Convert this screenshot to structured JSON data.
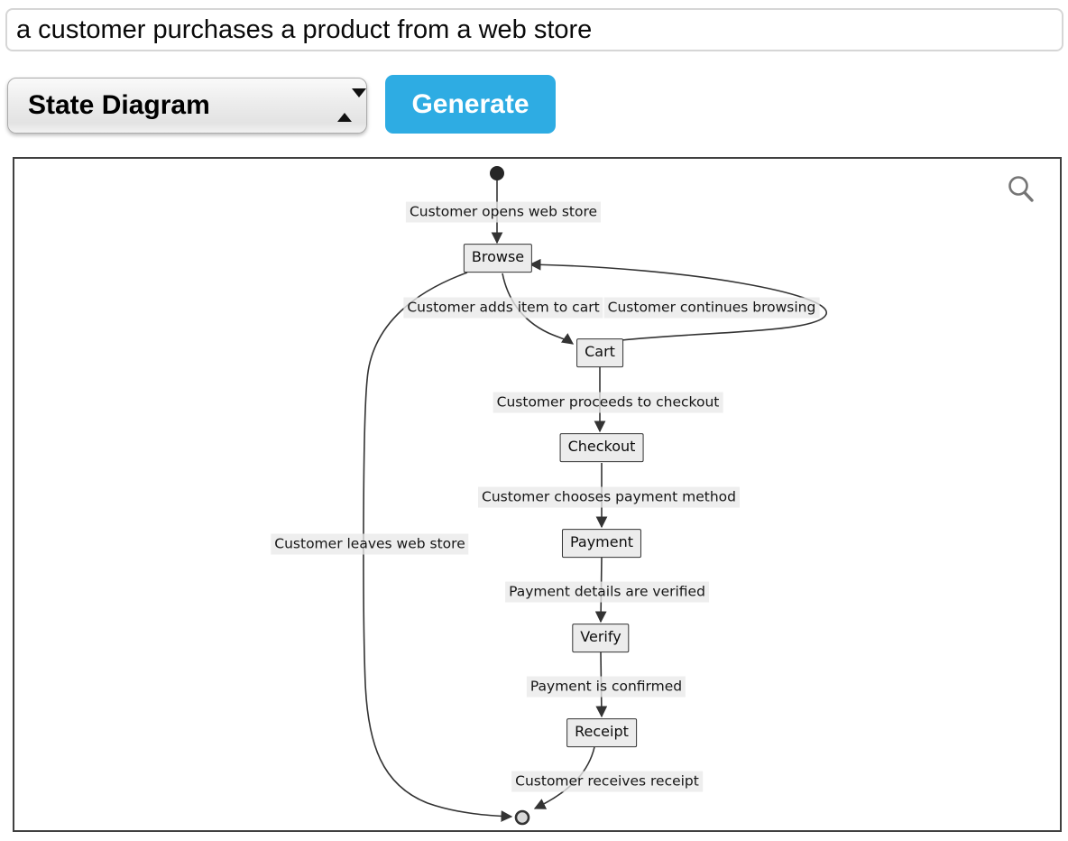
{
  "controls": {
    "prompt_value": "a customer purchases a product from a web store",
    "diagram_type_value": "State Diagram",
    "generate_label": "Generate"
  },
  "colors": {
    "generate_button_bg": "#2eace3",
    "generate_button_text": "#ffffff",
    "node_fill": "#ececec",
    "node_border": "#333333",
    "edge_color": "#333333",
    "edge_label_bg": "#e9e9e9",
    "panel_border": "#404040",
    "initial_state_fill": "#262626",
    "final_state_fill": "#d9d9d9",
    "magnifier_icon_color": "#757575"
  },
  "icons": {
    "select_stepper": "up-down-arrows-icon",
    "panel_zoom": "magnifier-icon"
  },
  "diagram": {
    "type": "state",
    "states": [
      {
        "id": "start",
        "kind": "initial",
        "label": ""
      },
      {
        "id": "Browse",
        "kind": "state",
        "label": "Browse"
      },
      {
        "id": "Cart",
        "kind": "state",
        "label": "Cart"
      },
      {
        "id": "Checkout",
        "kind": "state",
        "label": "Checkout"
      },
      {
        "id": "Payment",
        "kind": "state",
        "label": "Payment"
      },
      {
        "id": "Verify",
        "kind": "state",
        "label": "Verify"
      },
      {
        "id": "Receipt",
        "kind": "state",
        "label": "Receipt"
      },
      {
        "id": "end",
        "kind": "final",
        "label": ""
      }
    ],
    "transitions": [
      {
        "from": "start",
        "to": "Browse",
        "label": "Customer opens web store"
      },
      {
        "from": "Browse",
        "to": "Cart",
        "label": "Customer adds item to cart"
      },
      {
        "from": "Cart",
        "to": "Browse",
        "label": "Customer continues browsing"
      },
      {
        "from": "Cart",
        "to": "Checkout",
        "label": "Customer proceeds to checkout"
      },
      {
        "from": "Checkout",
        "to": "Payment",
        "label": "Customer chooses payment method"
      },
      {
        "from": "Payment",
        "to": "Verify",
        "label": "Payment details are verified"
      },
      {
        "from": "Verify",
        "to": "Receipt",
        "label": "Payment is confirmed"
      },
      {
        "from": "Receipt",
        "to": "end",
        "label": "Customer receives receipt"
      },
      {
        "from": "Browse",
        "to": "end",
        "label": "Customer leaves web store"
      }
    ]
  }
}
